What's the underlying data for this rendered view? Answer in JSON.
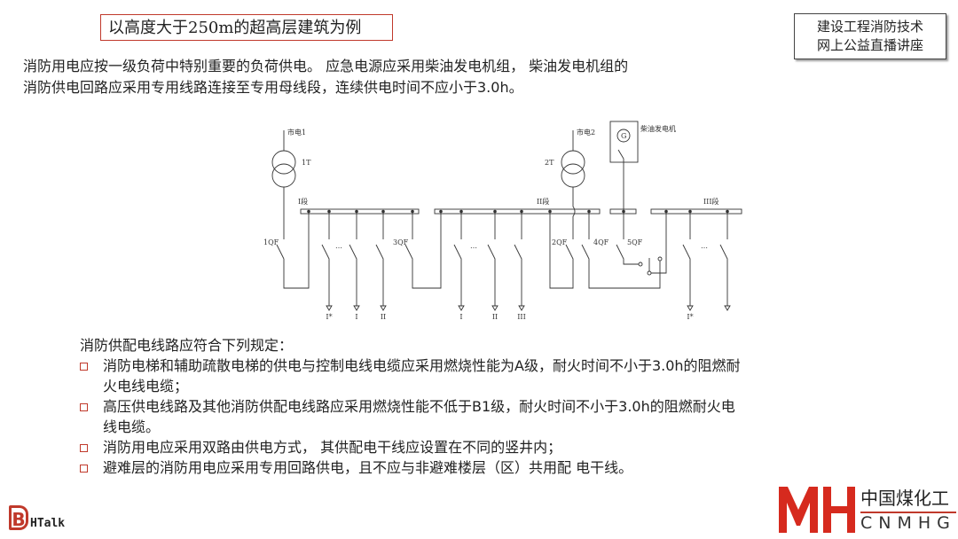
{
  "title": "以高度大于250m的超高层建筑为例",
  "badge": {
    "line1": "建设工程消防技术",
    "line2": "网上公益直播讲座"
  },
  "intro": {
    "line1": "消防用电应按一级负荷中特别重要的负荷供电。 应急电源应采用柴油发电机组， 柴油发电机组的",
    "line2": "消防供电回路应采用专用线路连接至专用母线段，连续供电时间不应小于3.0h。"
  },
  "diagram": {
    "mains1": "市电1",
    "mains2": "市电2",
    "generator": "柴油发电机",
    "gen_symbol": "G",
    "t1": "1T",
    "t2": "2T",
    "bus1": "I段",
    "bus2": "II段",
    "bus3": "III段",
    "qf1": "1QF",
    "qf2": "2QF",
    "qf3": "3QF",
    "qf4": "4QF",
    "qf5": "5QF",
    "ellipsis": "…",
    "loads": [
      "I*",
      "I",
      "II",
      "I",
      "II",
      "III",
      "I*"
    ]
  },
  "rules": {
    "heading": "消防供配电线路应符合下列规定：",
    "items": [
      {
        "line1": "消防电梯和辅助疏散电梯的供电与控制电线电缆应采用燃烧性能为A级，耐火时间不小于3.0h的阻燃耐",
        "line2": "火电线电缆；"
      },
      {
        "line1": "高压供电线路及其他消防供配电线路应采用燃烧性能不低于B1级，耐火时间不小于3.0h的阻燃耐火电",
        "line2": "线电缆。"
      },
      {
        "line1": "消防用电应采用双路由供电方式， 其供配电干线应设置在不同的竖井内；"
      },
      {
        "line1": "避难层的消防用电应采用专用回路供电，且不应与非避难楼层（区）共用配 电干线。"
      }
    ]
  },
  "logos": {
    "left_b": "B",
    "left_text": "HTalk",
    "right_cn": "中国煤化工",
    "right_en": "CNMHG",
    "right_mark": "MH"
  },
  "colors": {
    "accent": "#c0392b"
  }
}
